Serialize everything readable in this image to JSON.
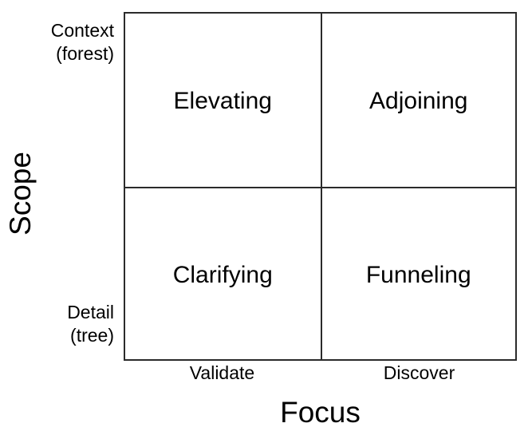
{
  "chart_data": {
    "type": "table",
    "title": "",
    "xlabel": "Focus",
    "ylabel": "Scope",
    "x_categories": [
      "Validate",
      "Discover"
    ],
    "y_categories": [
      "Detail (tree)",
      "Context (forest)"
    ],
    "grid": true,
    "legend": "none",
    "cells": [
      {
        "row": "Context (forest)",
        "col": "Validate",
        "label": "Elevating"
      },
      {
        "row": "Context (forest)",
        "col": "Discover",
        "label": "Adjoining"
      },
      {
        "row": "Detail (tree)",
        "col": "Validate",
        "label": "Clarifying"
      },
      {
        "row": "Detail (tree)",
        "col": "Discover",
        "label": "Funneling"
      }
    ],
    "colors": {
      "line": "#2b2b2b",
      "text": "#000000",
      "background": "#ffffff"
    }
  },
  "axes": {
    "y": {
      "title": "Scope",
      "ticks": {
        "top": {
          "line1": "Context",
          "line2": "(forest)"
        },
        "bottom": {
          "line1": "Detail",
          "line2": "(tree)"
        }
      }
    },
    "x": {
      "title": "Focus",
      "ticks": {
        "left": "Validate",
        "right": "Discover"
      }
    }
  },
  "quadrants": {
    "top_left": "Elevating",
    "top_right": "Adjoining",
    "bottom_left": "Clarifying",
    "bottom_right": "Funneling"
  }
}
